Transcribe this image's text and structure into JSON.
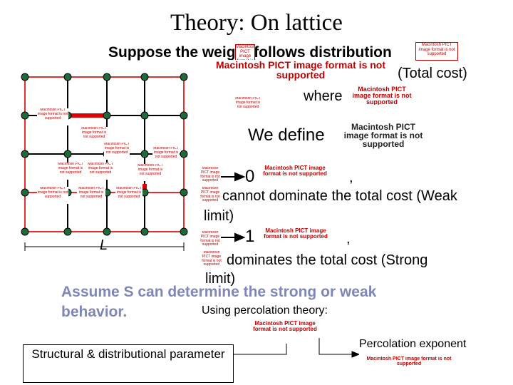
{
  "title": "Theory: On lattice",
  "subtitle": "Suppose the weight follows distribution",
  "total_cost": "(Total cost)",
  "where": "where",
  "we_define": "We define",
  "case_weak": {
    "value": "0",
    "comma": ",",
    "text1": "cannot dominate the total cost (Weak",
    "text2": "limit)"
  },
  "case_strong": {
    "value": "1",
    "comma": ",",
    "text1": "dominates the total cost (Strong",
    "text2": "limit)"
  },
  "assume1": "Assume S can determine the strong or weak",
  "assume2": "behavior.",
  "percolation_theory": "Using percolation theory:",
  "structural_box": "Structural & distributional parameter",
  "percolation_box": "Percolation exponent",
  "lattice_label": "L",
  "pict_big": "Macintosh PICT image format is not supported",
  "pict_small": "Macintosh PICT image format is not supported",
  "colors": {
    "lattice_red": "#e03030",
    "lattice_black": "#000000",
    "node_fill": "#1d6b3a",
    "assume_blue": "#7f86b8",
    "pict_red": "#c00000"
  }
}
